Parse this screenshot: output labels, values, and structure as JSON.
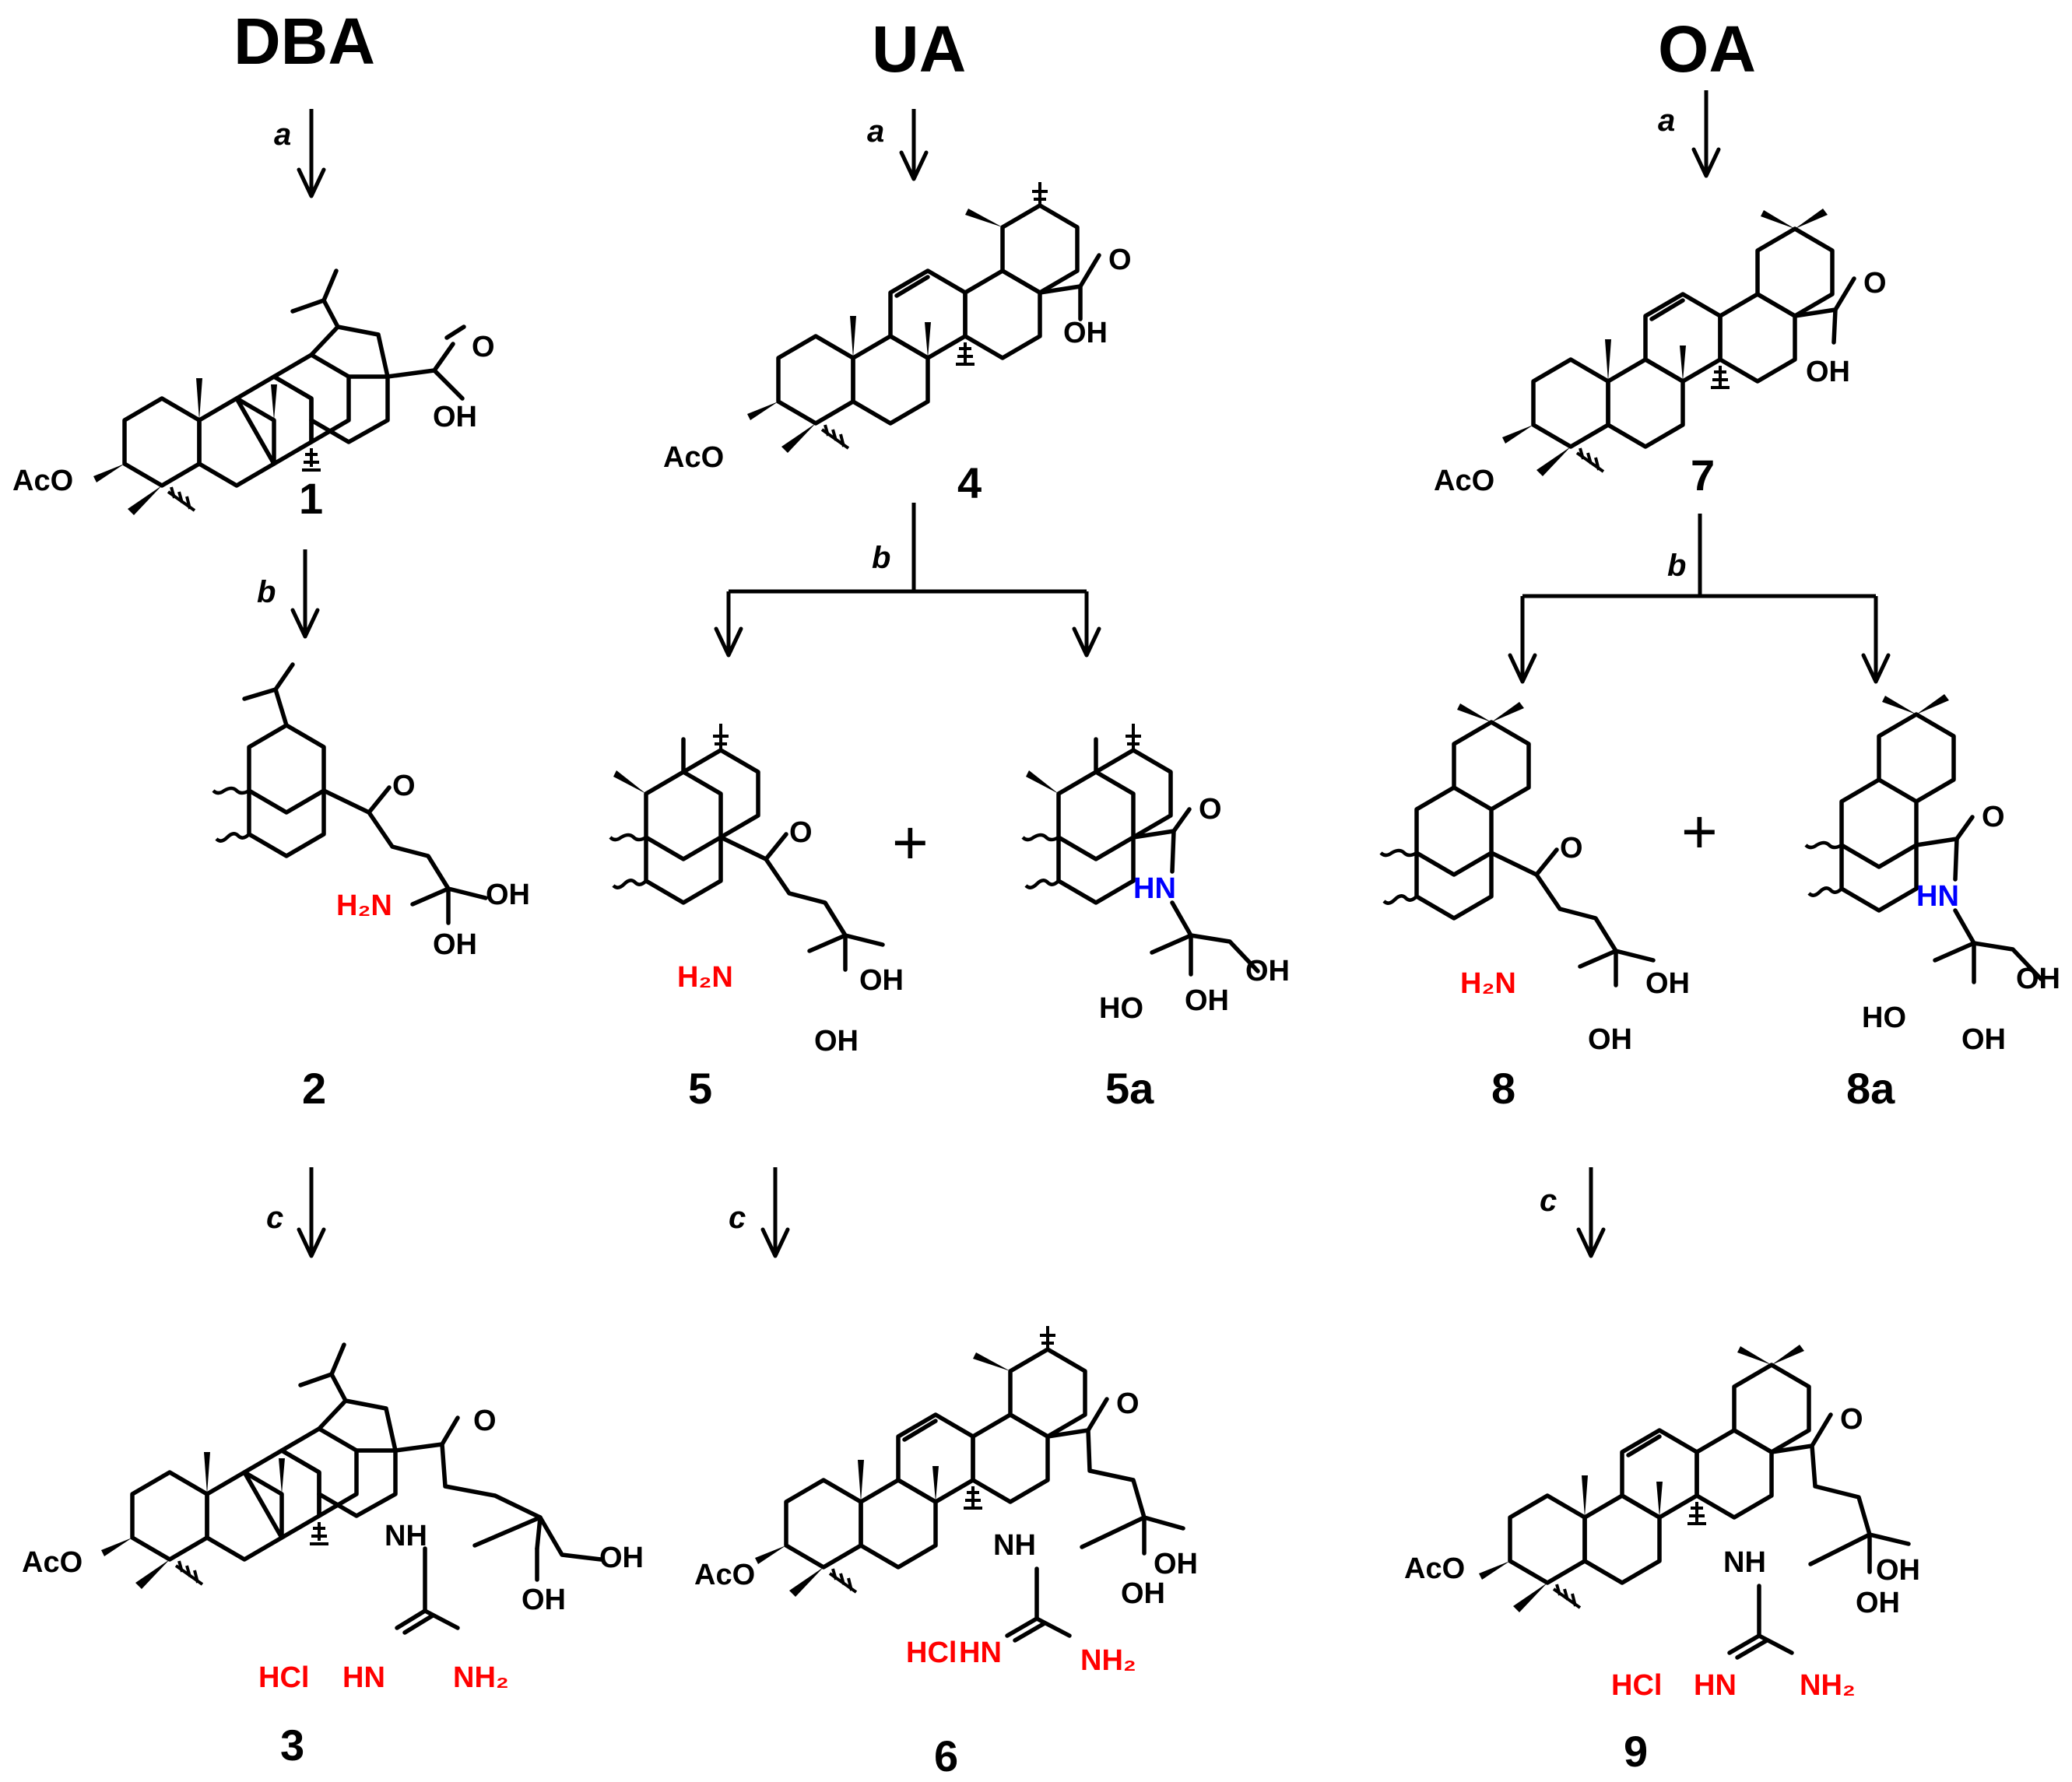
{
  "titles": {
    "dba": "DBA",
    "ua": "UA",
    "oa": "OA"
  },
  "reagents": {
    "a": "a",
    "b": "b",
    "c": "c"
  },
  "compounds": {
    "c1": "1",
    "c2": "2",
    "c3": "3",
    "c4": "4",
    "c5": "5",
    "c5a": "5a",
    "c6": "6",
    "c7": "7",
    "c8": "8",
    "c8a": "8a",
    "c9": "9"
  },
  "atoms": {
    "aco": "AcO",
    "o": "O",
    "oh": "OH",
    "ho": "HO",
    "nh": "NH",
    "hn": "HN",
    "h2n": "H₂N",
    "nh2": "NH₂",
    "hcl": "HCl"
  },
  "plus": "+",
  "colors": {
    "black": "#000000",
    "red": "#ff0000",
    "blue": "#0000ff"
  }
}
